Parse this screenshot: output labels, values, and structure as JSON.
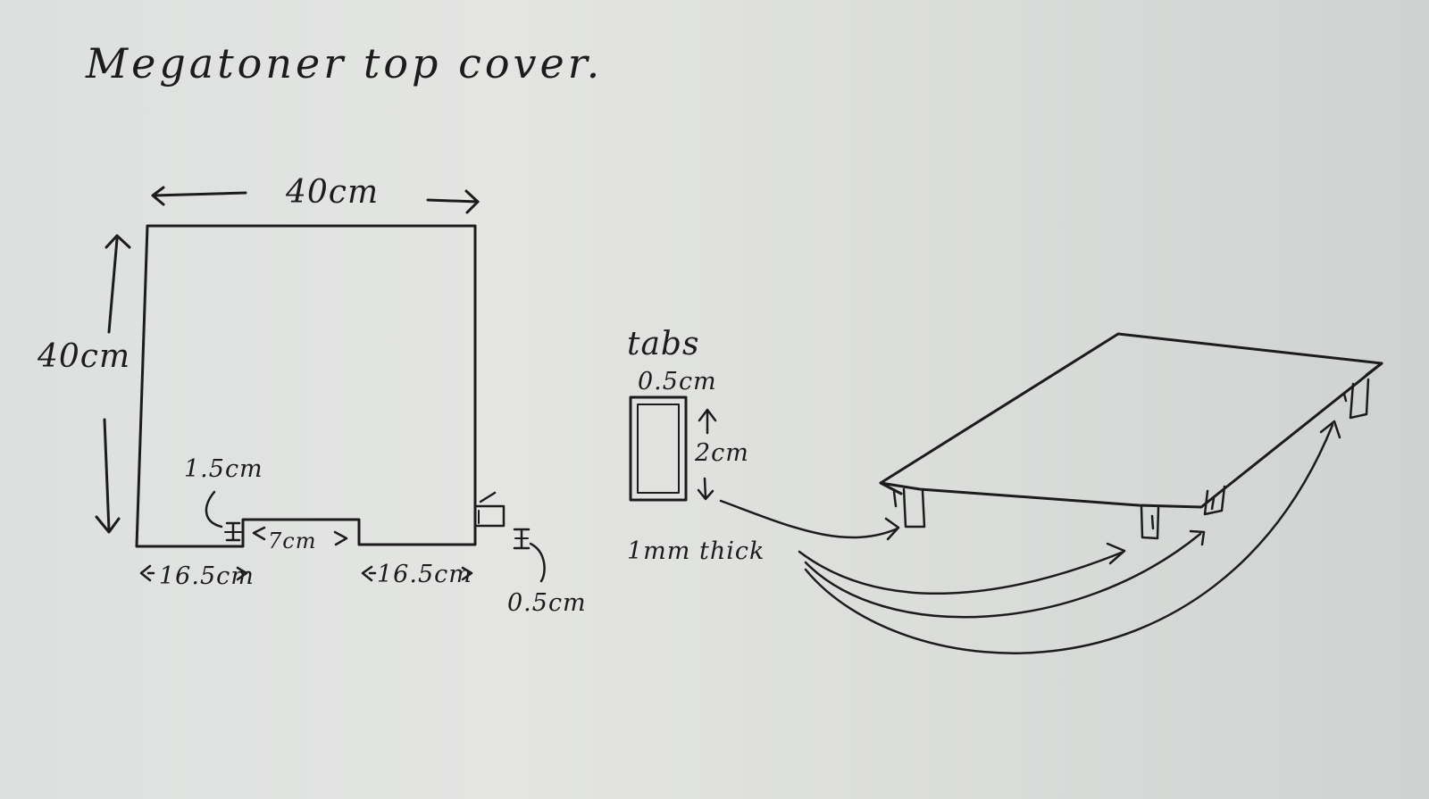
{
  "title": "Megatoner top cover.",
  "plan": {
    "width_label": "40cm",
    "height_label": "40cm",
    "notch_depth_label": "1.5cm",
    "notch_width_label": "7cm",
    "left_segment_label": "16.5cm",
    "right_segment_label": "16.5cm",
    "tab_offset_label": "0.5cm"
  },
  "tabs": {
    "heading": "tabs",
    "width_label": "0.5cm",
    "height_label": "2cm",
    "thickness_label": "1mm thick"
  }
}
